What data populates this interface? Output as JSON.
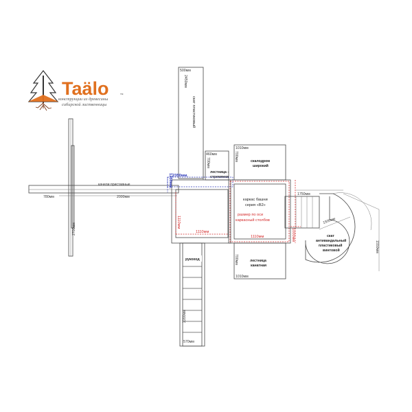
{
  "brand": {
    "name": "Taälo",
    "trademark": "TM",
    "tagline_line1": "конструкции из древесины",
    "tagline_line2": "сибирской лиственницы",
    "accent_color": "#e0701f",
    "tree_color": "#333333",
    "root_color": "#7b3a1a"
  },
  "labels": {
    "slide_plastic": "скат пластиковый",
    "slide_len": "2450мм",
    "slide_width": "500мм",
    "ladder_stirrup": "лестница -",
    "ladder_stirrup_2": "стремянка",
    "ladder_stirrup_w": "460мм",
    "ladder_stirrup_h": "700мм",
    "climb_wall": "скалодром",
    "climb_wall_2": "широкий",
    "climb_wall_w": "1010мм",
    "climb_wall_h": "700мм",
    "swing_beam": "качели приставные",
    "swing_left": "780мм",
    "swing_mid": "2000мм",
    "swing_height": "2700мм",
    "tower_frame": "каркас башни",
    "tower_series": "серия «В2»",
    "axis_note": "размер по оси",
    "axis_note_2": "каркасный столбов",
    "dim_2350": "2350мм.",
    "dim_1250": "1250мм.",
    "dim_1110_h": "1110мм",
    "dim_1110_v": "1110мм",
    "dim_1110_main": "1110мм",
    "dim_1000": "1000мм",
    "dim_1750": "1750мм",
    "dim_1500": "1500мм",
    "dim_1550": "1550мм",
    "spiral_slide": "скат",
    "spiral_slide_2": "антивандальный",
    "spiral_slide_3": "пластиковый",
    "spiral_slide_4": "винтовой",
    "rope_ladder": "лестница",
    "rope_ladder_2": "канатная",
    "rope_ladder_w": "1010мм",
    "rope_ladder_h": "700мм",
    "monkey_bars": "рукоход",
    "monkey_len": "2200мм",
    "monkey_w": "570мм"
  },
  "colors": {
    "red": "#d42a2a",
    "blue": "#2a36b8",
    "line": "#555555"
  }
}
